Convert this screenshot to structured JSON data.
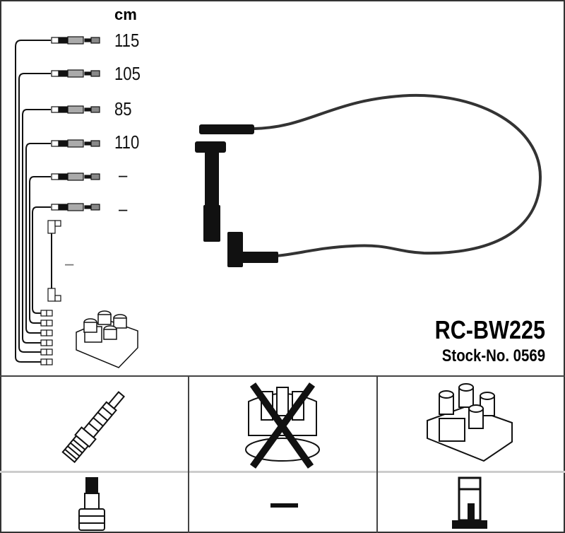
{
  "header": {
    "unit": "cm"
  },
  "cables": [
    {
      "length": "115"
    },
    {
      "length": "105"
    },
    {
      "length": "85"
    },
    {
      "length": "110"
    },
    {
      "length": "–"
    },
    {
      "length": "–"
    }
  ],
  "coil_lead": {
    "length": "–"
  },
  "product": {
    "code": "RC-BW225",
    "stock_label": "Stock-No. 0569"
  },
  "compat_grid": {
    "row1": [
      {
        "icon": "spark-plug-icon"
      },
      {
        "icon": "distributor-cap-crossed-icon"
      },
      {
        "icon": "ignition-coil-icon"
      }
    ],
    "row2": [
      {
        "icon": "plug-terminal-icon"
      },
      {
        "icon": "dash-icon",
        "value": "–"
      },
      {
        "icon": "blade-terminal-icon"
      }
    ]
  }
}
